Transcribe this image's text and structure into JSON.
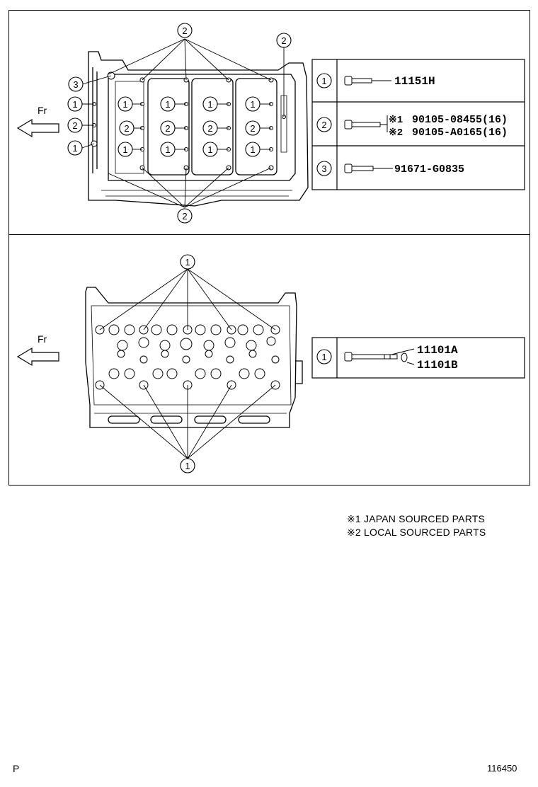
{
  "top_panel": {
    "direction_label": "Fr",
    "callouts": {
      "one": "1",
      "two": "2",
      "three": "3"
    },
    "parts_table": [
      {
        "ref": "1",
        "mark1": "",
        "part1": "11151H",
        "mark2": "",
        "part2": ""
      },
      {
        "ref": "2",
        "mark1": "※1",
        "part1": "90105-08455(16)",
        "mark2": "※2",
        "part2": "90105-A0165(16)"
      },
      {
        "ref": "3",
        "mark1": "",
        "part1": "91671-G0835",
        "mark2": "",
        "part2": ""
      }
    ]
  },
  "bottom_panel": {
    "direction_label": "Fr",
    "callout": "1",
    "parts_table": [
      {
        "ref": "1",
        "part1": "11101A",
        "part2": "11101B"
      }
    ]
  },
  "legend": [
    "※1 JAPAN SOURCED PARTS",
    "※2 LOCAL SOURCED PARTS"
  ],
  "footer": {
    "left": "P",
    "right": "116450"
  }
}
